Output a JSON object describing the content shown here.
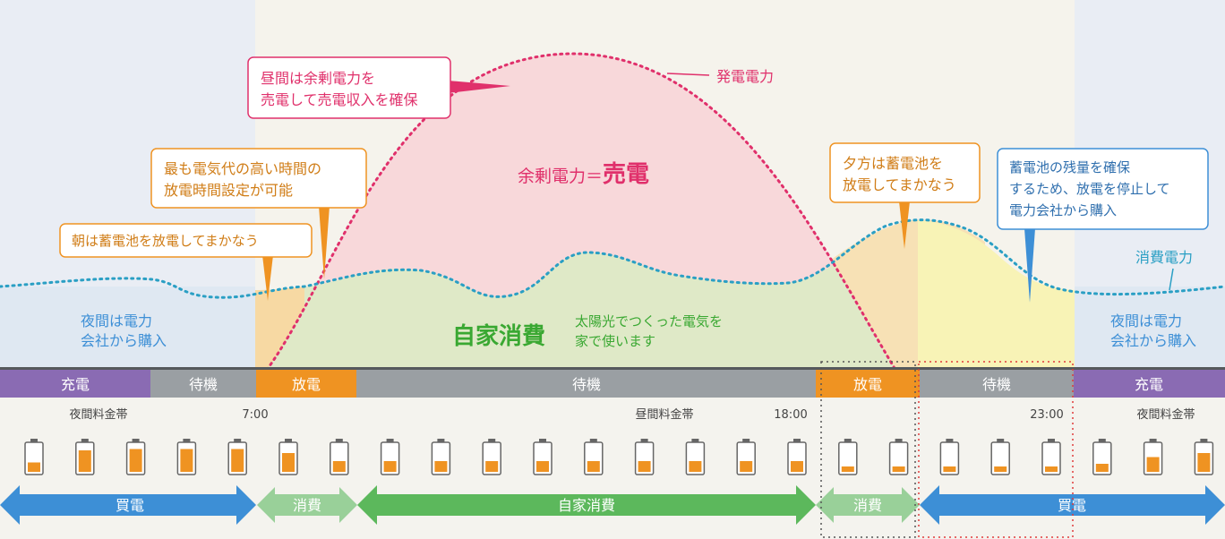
{
  "texts": {
    "callout_day": [
      "昼間は余剰電力を",
      "売電して売電収入を確保"
    ],
    "callout_peak": [
      "最も電気代の高い時間の",
      "放電時間設定が可能"
    ],
    "callout_morning": "朝は蓄電池を放電してまかなう",
    "callout_evening": [
      "夕方は蓄電池を",
      "放電してまかなう"
    ],
    "callout_night": [
      "蓄電池の残量を確保",
      "するため、放電を停止して",
      "電力会社から購入"
    ],
    "label_generation": "発電電力",
    "label_consumption": "消費電力",
    "surplus_prefix": "余剰電力＝",
    "surplus_main": "売電",
    "self_consumption": "自家消費",
    "solar_note": [
      "太陽光でつくった電気を",
      "家で使います"
    ],
    "night_left": [
      "夜間は電力",
      "会社から購入"
    ],
    "night_right": [
      "夜間は電力",
      "会社から購入"
    ]
  },
  "status_bar": [
    "充電",
    "待機",
    "放電",
    "待機",
    "放電",
    "待機",
    "充電"
  ],
  "rate_labels": [
    "夜間料金帯",
    "7:00",
    "昼間料金帯",
    "18:00",
    "23:00",
    "夜間料金帯"
  ],
  "batteries": [
    0.35,
    0.8,
    0.85,
    0.85,
    0.85,
    0.7,
    0.4,
    0.4,
    0.4,
    0.4,
    0.4,
    0.4,
    0.4,
    0.4,
    0.4,
    0.4,
    0.2,
    0.2,
    0.2,
    0.2,
    0.2,
    0.3,
    0.55,
    0.7
  ],
  "arrows": [
    "買電",
    "消費",
    "自家消費",
    "消費",
    "買電"
  ],
  "colors": {
    "generation": "#e0306b",
    "consumption": "#2a9fc4",
    "self_green": "#3aa832",
    "orange": "#ef9322",
    "purple": "#8a6bb3",
    "gray": "#9a9fa3",
    "blue_arrow": "#3d8fd6",
    "green_arrow": "#5cb85c",
    "light_green_arrow": "#99d099"
  }
}
